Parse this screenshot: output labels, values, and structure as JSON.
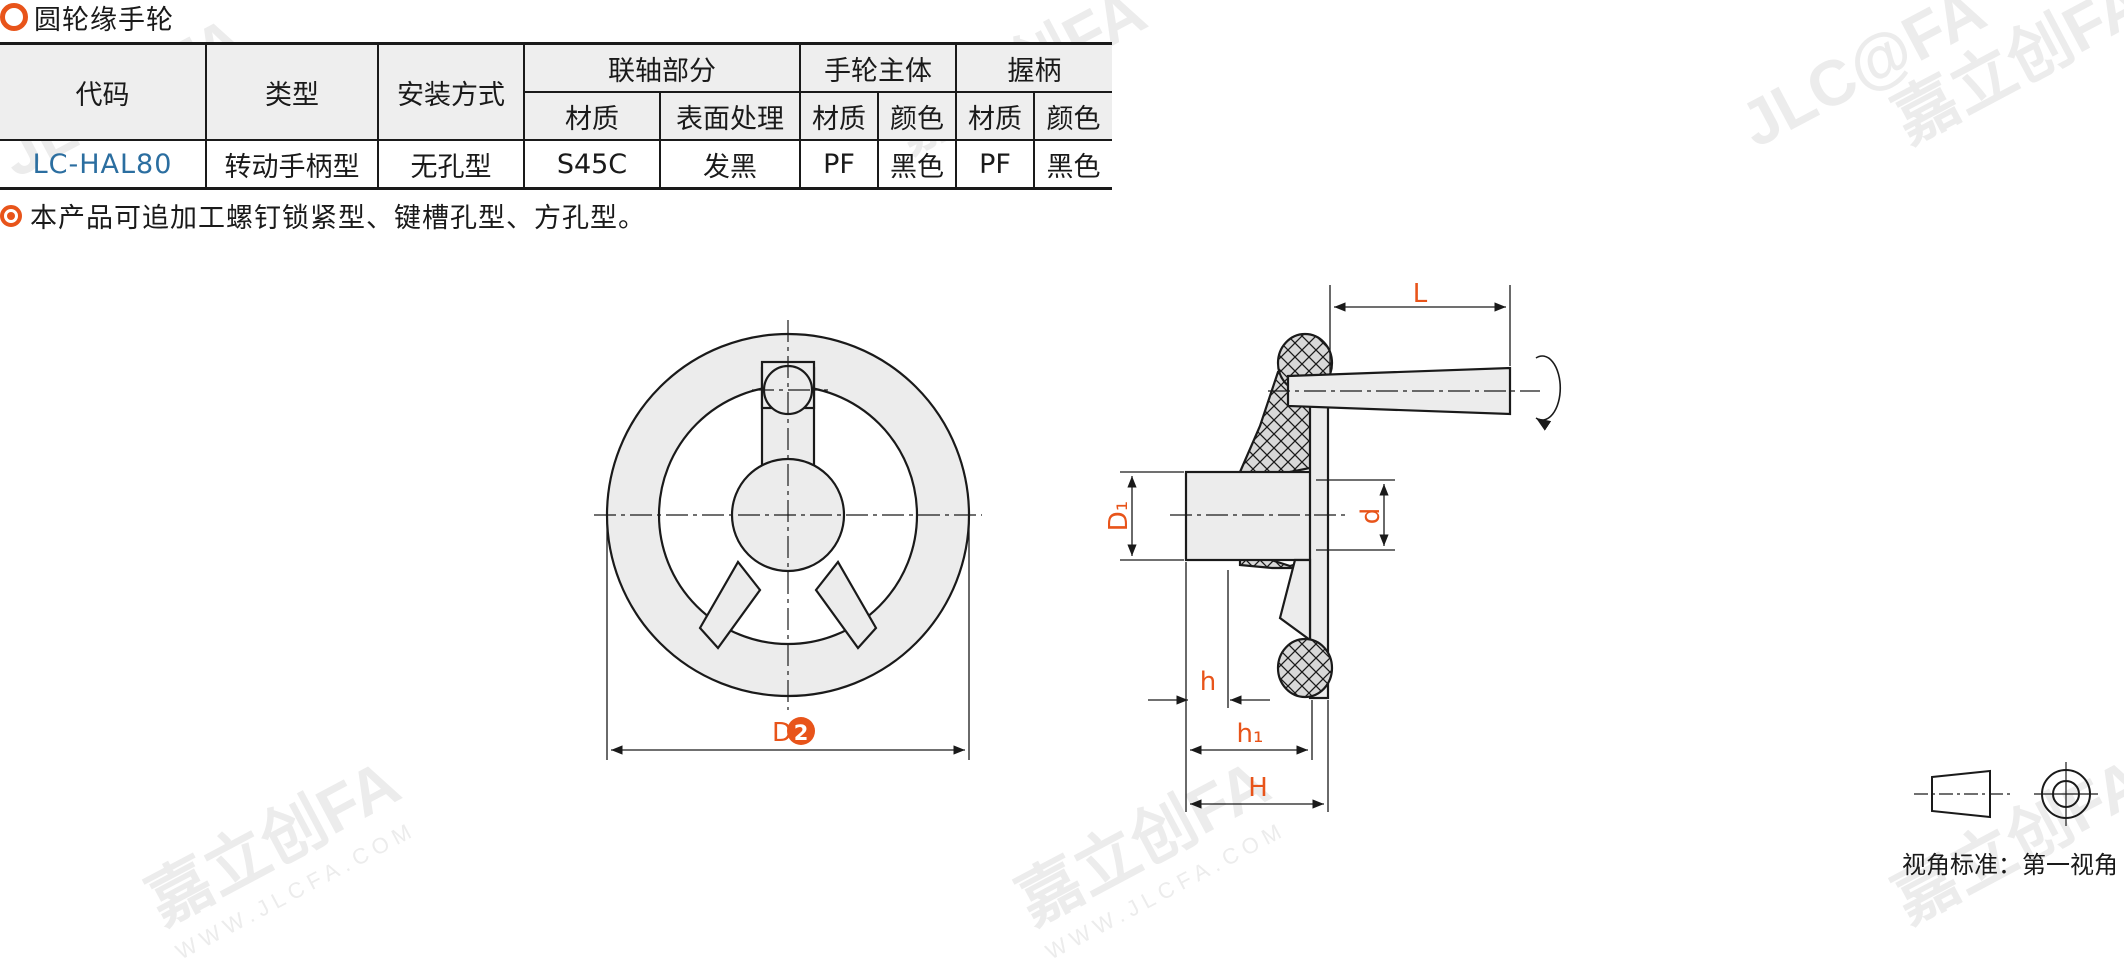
{
  "title": "圆轮缘手轮",
  "table": {
    "headers": {
      "code": "代码",
      "type": "类型",
      "install": "安装方式",
      "coupling": "联轴部分",
      "body": "手轮主体",
      "grip": "握柄",
      "material": "材质",
      "surface": "表面处理",
      "color": "颜色"
    },
    "row": {
      "code": "LC-HAL80",
      "type": "转动手柄型",
      "install": "无孔型",
      "coupling_material": "S45C",
      "coupling_surface": "发黑",
      "body_material": "PF",
      "body_color": "黑色",
      "grip_material": "PF",
      "grip_color": "黑色"
    }
  },
  "note": "本产品可追加工螺钉锁紧型、键槽孔型、方孔型。",
  "dimensions": {
    "D": "D",
    "D_badge": "2",
    "L": "L",
    "D1": "D₁",
    "d": "d",
    "h": "h",
    "h1": "h₁",
    "H": "H"
  },
  "view_standard": "视角标准：第一视角",
  "watermarks": [
    "JLC@FA",
    "嘉立创FA",
    "WWW.JLCFA.COM"
  ],
  "colors": {
    "accent": "#e8541a",
    "code_blue": "#2b6ea0",
    "dimension": "#e8541a"
  }
}
